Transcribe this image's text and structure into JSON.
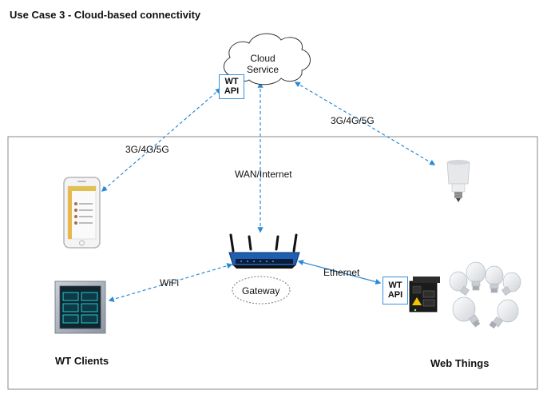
{
  "title": "Use Case 3 - Cloud-based connectivity",
  "cloud_label": "Cloud\nService",
  "api_label_line1": "WT",
  "api_label_line2": "API",
  "links": {
    "cellular_left": "3G/4G/5G",
    "cellular_right": "3G/4G/5G",
    "wan": "WAN/Internet",
    "wifi": "WiFi",
    "ethernet": "Ethernet"
  },
  "gateway_label": "Gateway",
  "group_clients": "WT Clients",
  "group_things": "Web Things",
  "colors": {
    "link": "#2a8ad6",
    "frame": "#888888",
    "router": "#1f5fb0",
    "api_border": "#3a8fd8"
  },
  "icons": [
    "cloud-icon",
    "smartphone-icon",
    "wall-panel-icon",
    "router-icon",
    "smart-bulb-icon",
    "bulbs-group-icon",
    "industrial-switch-icon"
  ]
}
